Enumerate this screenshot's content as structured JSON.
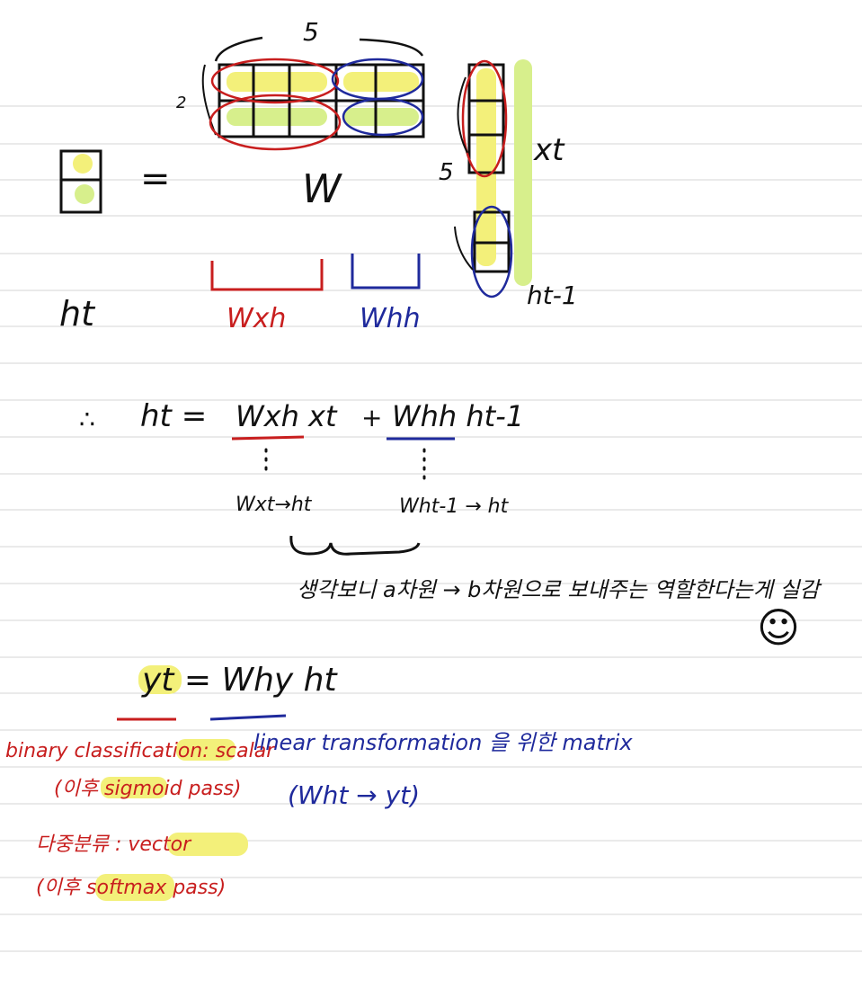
{
  "colors": {
    "ink": "#111111",
    "red": "#c81e1e",
    "blue": "#1f2a9c",
    "highlight_yellow": "#f3f07a",
    "highlight_green": "#d7ef8c",
    "ruling": "#d6d6d6"
  },
  "diagram": {
    "dim_cols": "5",
    "dim_rows": "2",
    "equals": "=",
    "matrix_label": "W",
    "dim_vec": "5",
    "x_label": "xt",
    "h_prev_label": "ht-1",
    "h_label": "ht",
    "wxh_label": "Wxh",
    "whh_label": "Whh"
  },
  "equation1": {
    "therefore": "∴",
    "lhs": "ht =",
    "term1": "Wxh xt",
    "plus": "+",
    "term2": "Whh ht-1",
    "sub1": "Wxt→ht",
    "sub2": "Wht-1 → ht"
  },
  "korean_note": "생각보니 a차원 → b차원으로 보내주는 역할한다는게 실감",
  "smiley": "☺",
  "equation2": {
    "text": "yt = Why ht"
  },
  "notes": {
    "binary": "binary classification: scalar",
    "binary_sub": "(이후 sigmoid pass)",
    "linear": "linear transformation 을 위한 matrix",
    "linear_sub": "(Wht → yt)",
    "multi": "다중분류 : vector",
    "multi_sub": "(이후 softmax pass)"
  }
}
